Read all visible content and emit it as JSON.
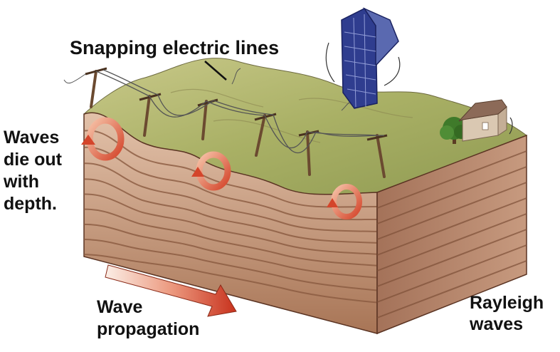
{
  "labels": {
    "snapping_lines": "Snapping electric lines",
    "waves_die_out": [
      "Waves",
      "die out",
      "with",
      "depth."
    ],
    "wave_propagation": [
      "Wave",
      "propagation"
    ],
    "rayleigh_waves": [
      "Rayleigh",
      "waves"
    ]
  },
  "colors": {
    "rock_light": "#d9b49a",
    "rock_dark": "#7a4a34",
    "side_face": "#9a6a52",
    "grass": "#b8b86a",
    "arrow_red": "#d9452b",
    "arrow_gradient_start": "#f7e6dc",
    "building": "#2e3a8c",
    "tree": "#3f7a2a",
    "house": "#d9c7b0",
    "roof": "#8a6a55"
  },
  "icons": [
    "particle-orbit-arrow",
    "propagation-arrow",
    "utility-pole",
    "tower-building",
    "tree",
    "house"
  ]
}
